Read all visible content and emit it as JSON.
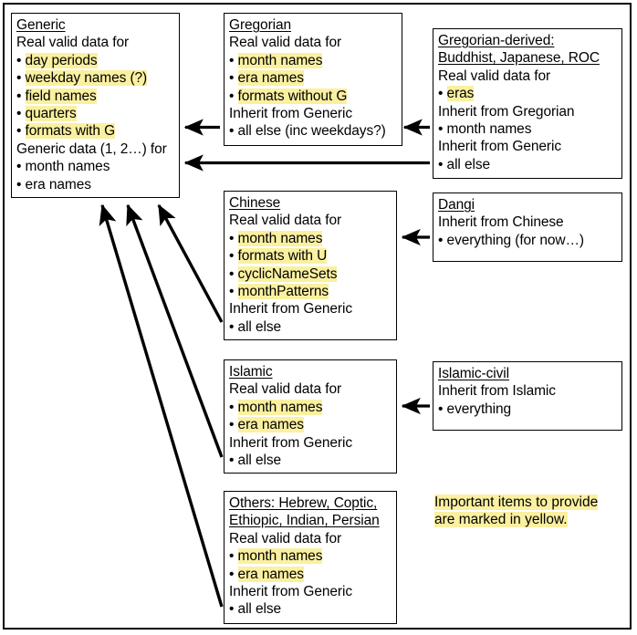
{
  "diagram": {
    "title_note": {
      "lines": [
        "Important items to provide",
        "are marked in yellow."
      ]
    },
    "highlight_color": "#faf0a0",
    "line_color": "#000000",
    "background": "#ffffff"
  },
  "boxes": {
    "generic": {
      "name": "Generic",
      "lines": [
        {
          "text": "Generic",
          "style": "title"
        },
        {
          "text": "Real valid data for",
          "style": "plain"
        },
        {
          "text": "day periods",
          "style": "bullet-hl"
        },
        {
          "text": "weekday names (?)",
          "style": "bullet-hl"
        },
        {
          "text": "field names",
          "style": "bullet-hl"
        },
        {
          "text": "quarters",
          "style": "bullet-hl"
        },
        {
          "text": "formats with G",
          "style": "bullet-hl"
        },
        {
          "text": "Generic data (1, 2…) for",
          "style": "plain"
        },
        {
          "text": "month names",
          "style": "bullet"
        },
        {
          "text": "era names",
          "style": "bullet"
        }
      ]
    },
    "gregorian": {
      "name": "Gregorian",
      "lines": [
        {
          "text": "Gregorian",
          "style": "title"
        },
        {
          "text": "Real valid data for",
          "style": "plain"
        },
        {
          "text": "month names",
          "style": "bullet-hl"
        },
        {
          "text": "era names",
          "style": "bullet-hl"
        },
        {
          "text": "formats without G",
          "style": "bullet-hl"
        },
        {
          "text": "Inherit from Generic",
          "style": "plain"
        },
        {
          "text": "all else (inc weekdays?)",
          "style": "bullet"
        }
      ]
    },
    "gregorian_derived": {
      "name": "Gregorian-derived: Buddhist, Japanese, ROC",
      "lines": [
        {
          "text": "Gregorian-derived:",
          "style": "title"
        },
        {
          "text": "Buddhist, Japanese, ROC",
          "style": "title"
        },
        {
          "text": "Real valid data for",
          "style": "plain"
        },
        {
          "text": "eras",
          "style": "bullet-hl"
        },
        {
          "text": "Inherit from Gregorian",
          "style": "plain"
        },
        {
          "text": "month names",
          "style": "bullet"
        },
        {
          "text": "Inherit from Generic",
          "style": "plain"
        },
        {
          "text": "all else",
          "style": "bullet"
        }
      ]
    },
    "chinese": {
      "name": "Chinese",
      "lines": [
        {
          "text": "Chinese",
          "style": "title"
        },
        {
          "text": "Real valid data for",
          "style": "plain"
        },
        {
          "text": "month names",
          "style": "bullet-hl"
        },
        {
          "text": "formats with U",
          "style": "bullet-hl"
        },
        {
          "text": "cyclicNameSets",
          "style": "bullet-hl"
        },
        {
          "text": "monthPatterns",
          "style": "bullet-hl"
        },
        {
          "text": "Inherit from Generic",
          "style": "plain"
        },
        {
          "text": "all else",
          "style": "bullet"
        }
      ]
    },
    "dangi": {
      "name": "Dangi",
      "lines": [
        {
          "text": "Dangi",
          "style": "title"
        },
        {
          "text": "Inherit from Chinese",
          "style": "plain"
        },
        {
          "text": "everything (for now…)",
          "style": "bullet"
        }
      ]
    },
    "islamic": {
      "name": "Islamic",
      "lines": [
        {
          "text": "Islamic",
          "style": "title"
        },
        {
          "text": "Real valid data for",
          "style": "plain"
        },
        {
          "text": "month names",
          "style": "bullet-hl"
        },
        {
          "text": "era names",
          "style": "bullet-hl"
        },
        {
          "text": "Inherit from Generic",
          "style": "plain"
        },
        {
          "text": "all else",
          "style": "bullet"
        }
      ]
    },
    "islamic_civil": {
      "name": "Islamic-civil",
      "lines": [
        {
          "text": "Islamic-civil",
          "style": "title"
        },
        {
          "text": "Inherit from Islamic",
          "style": "plain"
        },
        {
          "text": "everything",
          "style": "bullet"
        }
      ]
    },
    "others": {
      "name": "Others: Hebrew, Coptic, Ethiopic, Indian, Persian",
      "lines": [
        {
          "text": "Others: Hebrew, Coptic,",
          "style": "title"
        },
        {
          "text": "Ethiopic, Indian, Persian",
          "style": "title"
        },
        {
          "text": "Real valid data for",
          "style": "plain"
        },
        {
          "text": "month names",
          "style": "bullet-hl"
        },
        {
          "text": "era names",
          "style": "bullet-hl"
        },
        {
          "text": "Inherit from Generic",
          "style": "plain"
        },
        {
          "text": "all else",
          "style": "bullet"
        }
      ]
    }
  },
  "arrows": [
    {
      "name": "arrow-gregorian-to-generic",
      "from": "gregorian",
      "to": "generic"
    },
    {
      "name": "arrow-gregorian-derived-to-gregorian",
      "from": "gregorian_derived",
      "to": "gregorian"
    },
    {
      "name": "arrow-gregorian-derived-to-generic",
      "from": "gregorian_derived",
      "to": "generic"
    },
    {
      "name": "arrow-dangi-to-chinese",
      "from": "dangi",
      "to": "chinese"
    },
    {
      "name": "arrow-islamic-civil-to-islamic",
      "from": "islamic_civil",
      "to": "islamic"
    },
    {
      "name": "arrow-chinese-to-generic",
      "from": "chinese",
      "to": "generic"
    },
    {
      "name": "arrow-islamic-to-generic",
      "from": "islamic",
      "to": "generic"
    },
    {
      "name": "arrow-others-to-generic",
      "from": "others",
      "to": "generic"
    }
  ]
}
